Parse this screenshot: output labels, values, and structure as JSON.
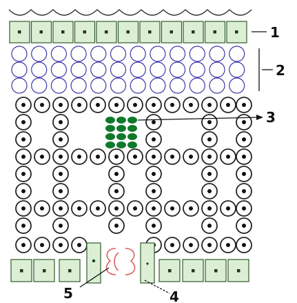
{
  "figure": {
    "labels": [
      {
        "id": "upper-epidermis",
        "text": "1"
      },
      {
        "id": "palisade-layer",
        "text": "2"
      },
      {
        "id": "chloroplast",
        "text": "3"
      },
      {
        "id": "guard-cell",
        "text": "4"
      },
      {
        "id": "stoma",
        "text": "5"
      }
    ]
  },
  "colors": {
    "epidermis_fill": "#dcefd5",
    "epidermis_stroke": "#2f5a2a",
    "palisade_stroke": "#3b38a8",
    "chloroplast": "#0f7a2c",
    "stoma_pore": "#d96060"
  }
}
